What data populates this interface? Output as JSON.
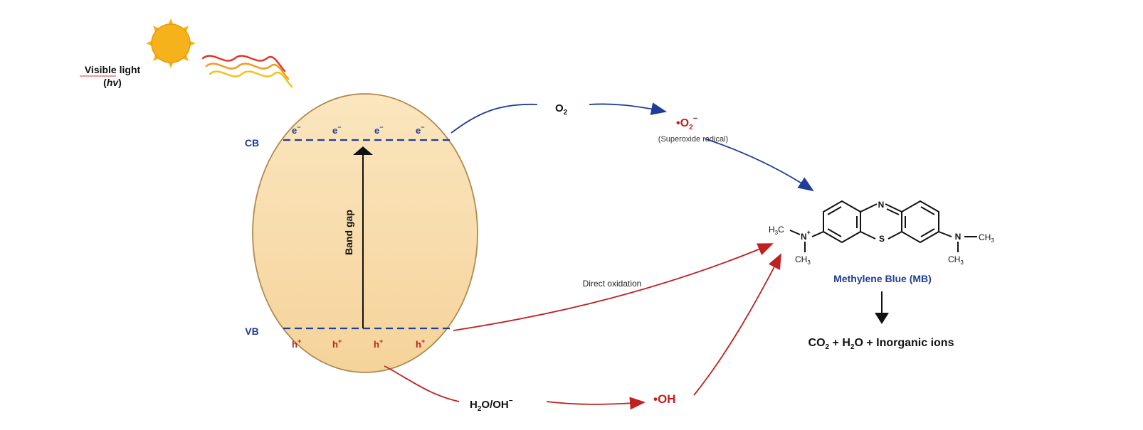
{
  "light": {
    "line1": "Visible light",
    "hv_open": "(",
    "hv": "hv",
    "hv_close": ")"
  },
  "bands": {
    "cb": "CB",
    "vb": "VB",
    "gap": "Band gap"
  },
  "carriers": {
    "electron": "e",
    "electron_sup": "−",
    "hole": "h",
    "hole_sup": "+"
  },
  "oxygen": {
    "base": "O",
    "sub": "2"
  },
  "superoxide": {
    "dot": "•",
    "base": "O",
    "sub": "2",
    "sup": "−",
    "caption": "(Superoxide radical)"
  },
  "water": {
    "h": "H",
    "sub": "2",
    "rest": "O/OH",
    "sup": "−"
  },
  "hydroxyl": {
    "label": "•OH"
  },
  "direct": {
    "label": "Direct oxidation"
  },
  "molecule": {
    "name": "Methylene Blue (MB)",
    "N": "N",
    "S": "S",
    "plus": "+",
    "H": "H",
    "C": "C",
    "CH": "CH",
    "three": "3"
  },
  "products": {
    "co": "CO",
    "two": "2",
    "h": " + H",
    "o": "O + Inorganic ions"
  },
  "colors": {
    "blue": "#1f3c99",
    "red": "#c0201f",
    "orb_fill": "#f8dca4",
    "orb_stroke": "#b08a4e",
    "sun": "#f5b21b",
    "wave_red": "#e3372a",
    "wave_orange": "#f29a1c",
    "wave_yellow": "#f5c21b"
  }
}
